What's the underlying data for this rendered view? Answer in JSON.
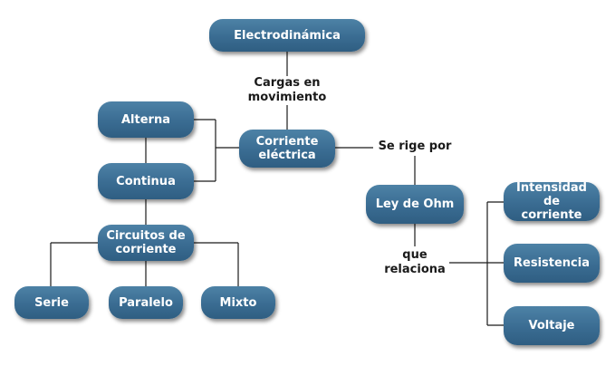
{
  "nodes": {
    "electrodinamica": "Electrodinámica",
    "corriente_electrica": "Corriente\neléctrica",
    "alterna": "Alterna",
    "continua": "Continua",
    "circuitos": "Circuitos de\ncorriente",
    "serie": "Serie",
    "paralelo": "Paralelo",
    "mixto": "Mixto",
    "ley_ohm": "Ley de Ohm",
    "intensidad": "Intensidad de\ncorriente",
    "resistencia": "Resistencia",
    "voltaje": "Voltaje"
  },
  "connectors": {
    "cargas": "Cargas en\nmovimiento",
    "se_rige": "Se rige por",
    "que_relaciona": "que\nrelaciona"
  },
  "colors": {
    "node_fill": "#3a6c92",
    "line": "#1a1a1a",
    "text": "#ffffff"
  }
}
